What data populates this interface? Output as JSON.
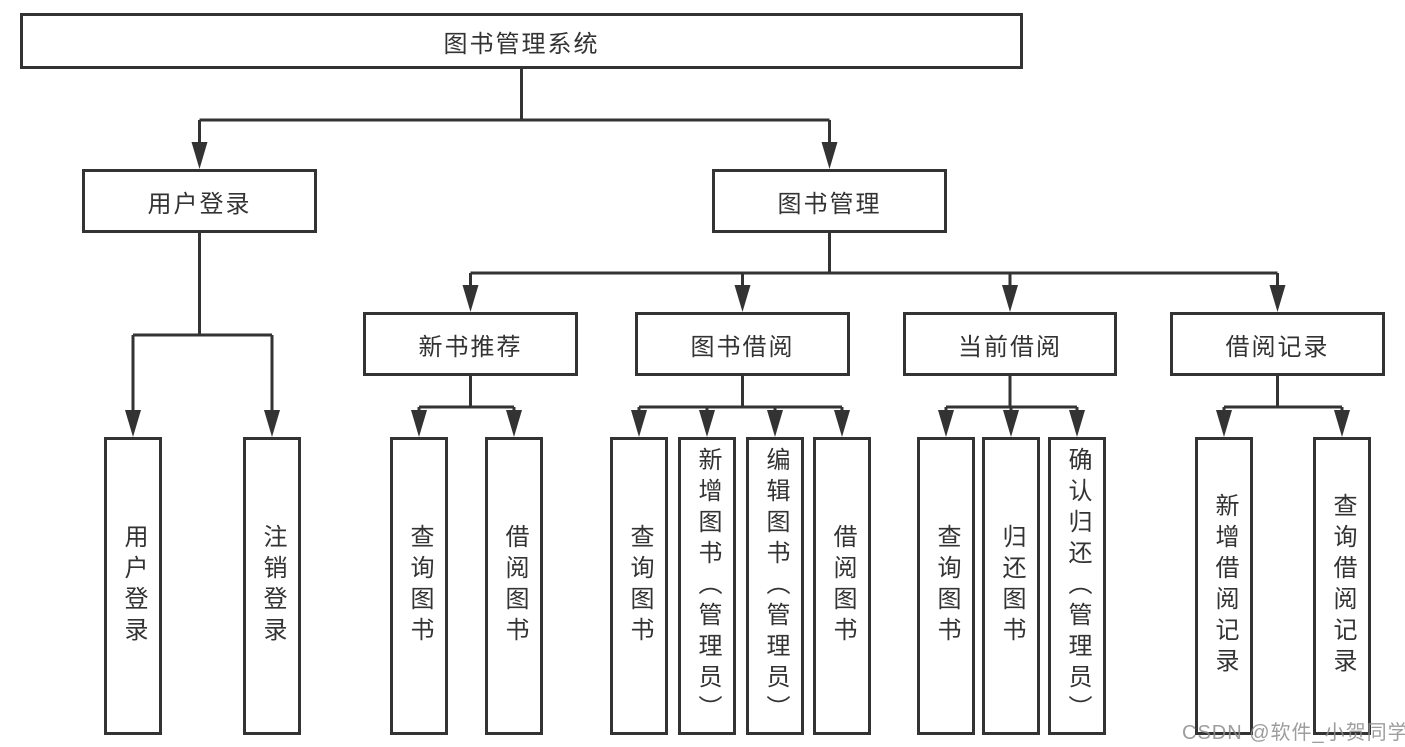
{
  "diagram": {
    "root": {
      "label": "图书管理系统"
    },
    "branches": [
      {
        "label": "用户登录",
        "children": [
          "用户登录",
          "注销登录"
        ]
      },
      {
        "label": "图书管理",
        "children_groups": [
          {
            "label": "新书推荐",
            "children": [
              "查询图书",
              "借阅图书"
            ]
          },
          {
            "label": "图书借阅",
            "children": [
              "查询图书",
              "新增图书（管理员）",
              "编辑图书（管理员）",
              "借阅图书"
            ]
          },
          {
            "label": "当前借阅",
            "children": [
              "查询图书",
              "归还图书",
              "确认归还（管理员）"
            ]
          },
          {
            "label": "借阅记录",
            "children": [
              "新增借阅记录",
              "查询借阅记录"
            ]
          }
        ]
      }
    ],
    "watermark": "CSDN @软件_小贺同学",
    "colors": {
      "line": "#333333",
      "box_border": "#333333",
      "text": "#333333",
      "watermark": "#8c8c8c",
      "background": "#ffffff"
    }
  }
}
